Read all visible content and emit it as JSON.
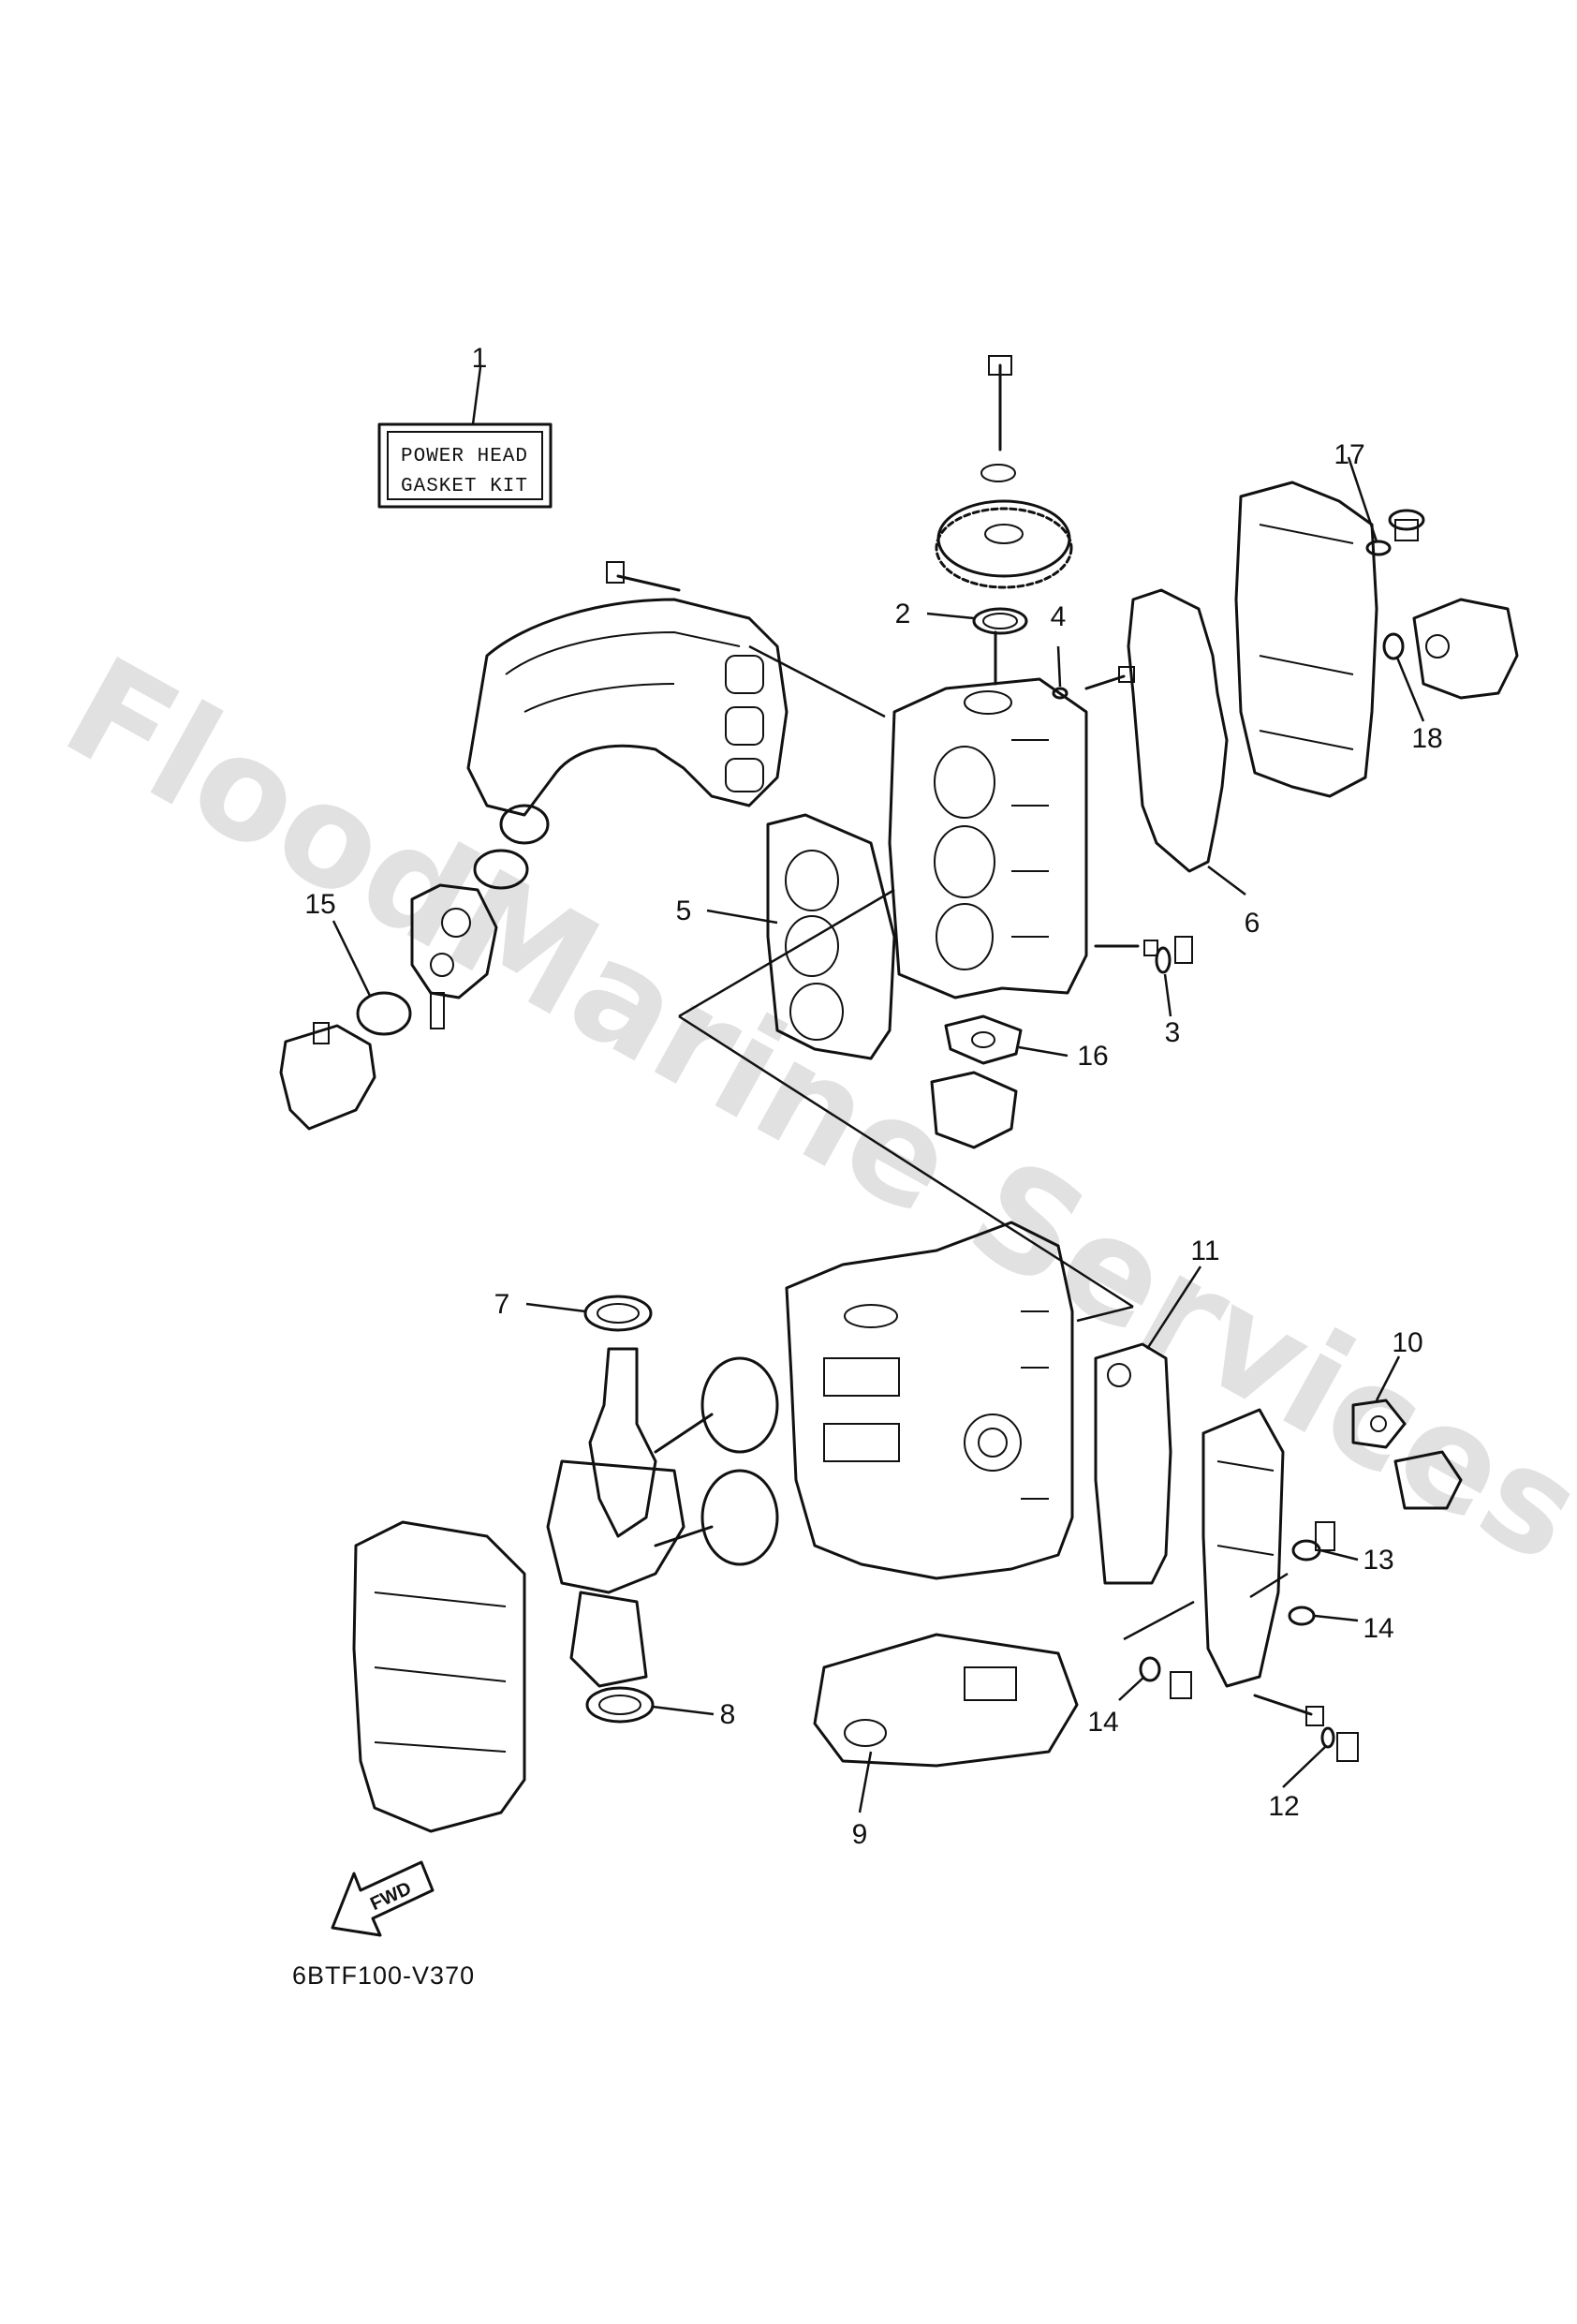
{
  "watermark": "FloodMarine Services",
  "kit_label": {
    "line1": "POWER HEAD",
    "line2": "GASKET KIT"
  },
  "fwd_label": "FWD",
  "diagram_code": "6BTF100-V370",
  "callouts": [
    "1",
    "2",
    "3",
    "4",
    "5",
    "6",
    "7",
    "8",
    "9",
    "10",
    "11",
    "12",
    "13",
    "14",
    "14",
    "15",
    "16",
    "17",
    "18"
  ],
  "colors": {
    "line": "#111111",
    "watermark": "#c8c8c8"
  }
}
